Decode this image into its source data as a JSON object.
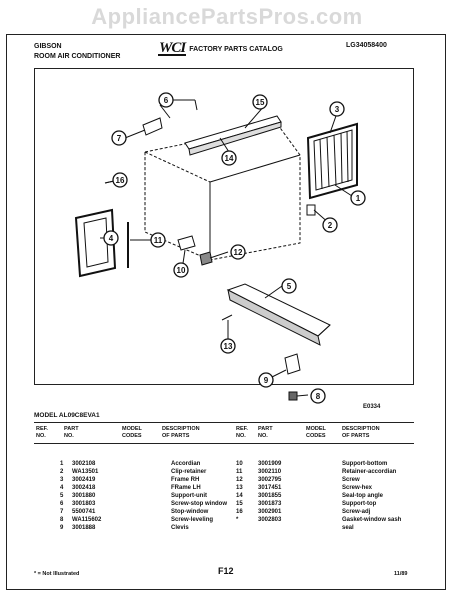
{
  "watermark": "AppliancePartsPros.com",
  "header": {
    "brand": "GIBSON",
    "product": "ROOM AIR CONDITIONER",
    "logo": "WCI",
    "catalog": "FACTORY PARTS CATALOG",
    "catalog_no": "LG34058400"
  },
  "diagram": {
    "ref_code": "E0334",
    "callouts": [
      "1",
      "2",
      "3",
      "4",
      "5",
      "6",
      "7",
      "8",
      "9",
      "10",
      "11",
      "12",
      "13",
      "14",
      "15",
      "16"
    ]
  },
  "model": "MODEL AL09C8EVA1",
  "columns": {
    "ref": [
      "REF.",
      "NO."
    ],
    "part": [
      "PART",
      "NO."
    ],
    "model": [
      "MODEL",
      "CODES"
    ],
    "desc": [
      "DESCRIPTION",
      "OF PARTS"
    ]
  },
  "parts_left": [
    {
      "ref": "1",
      "part": "3002108",
      "desc": "Accordian"
    },
    {
      "ref": "2",
      "part": "WA13501",
      "desc": "Clip-retainer"
    },
    {
      "ref": "3",
      "part": "3002419",
      "desc": "Frame RH"
    },
    {
      "ref": "4",
      "part": "3002418",
      "desc": "FRame LH"
    },
    {
      "ref": "5",
      "part": "3001880",
      "desc": "Support-unit"
    },
    {
      "ref": "6",
      "part": "3001803",
      "desc": "Screw-stop window"
    },
    {
      "ref": "7",
      "part": "5500741",
      "desc": "Stop-window"
    },
    {
      "ref": "8",
      "part": "WA115602",
      "desc": "Screw-leveling"
    },
    {
      "ref": "9",
      "part": "3001888",
      "desc": "Clevis"
    }
  ],
  "parts_right": [
    {
      "ref": "10",
      "part": "3001909",
      "desc": "Support-bottom"
    },
    {
      "ref": "11",
      "part": "3002110",
      "desc": "Retainer-accordian"
    },
    {
      "ref": "12",
      "part": "3002795",
      "desc": "Screw"
    },
    {
      "ref": "13",
      "part": "3017451",
      "desc": "Screw-hex"
    },
    {
      "ref": "14",
      "part": "3001855",
      "desc": "Seal-top angle"
    },
    {
      "ref": "15",
      "part": "3001873",
      "desc": "Support-top"
    },
    {
      "ref": "16",
      "part": "3002901",
      "desc": "Screw-adj"
    },
    {
      "ref": "*",
      "part": "3002803",
      "desc": "Gasket-window sash",
      "desc2": "seal"
    }
  ],
  "footer": {
    "note": "* = Not Illustrated",
    "page": "F12",
    "date": "11/89"
  }
}
